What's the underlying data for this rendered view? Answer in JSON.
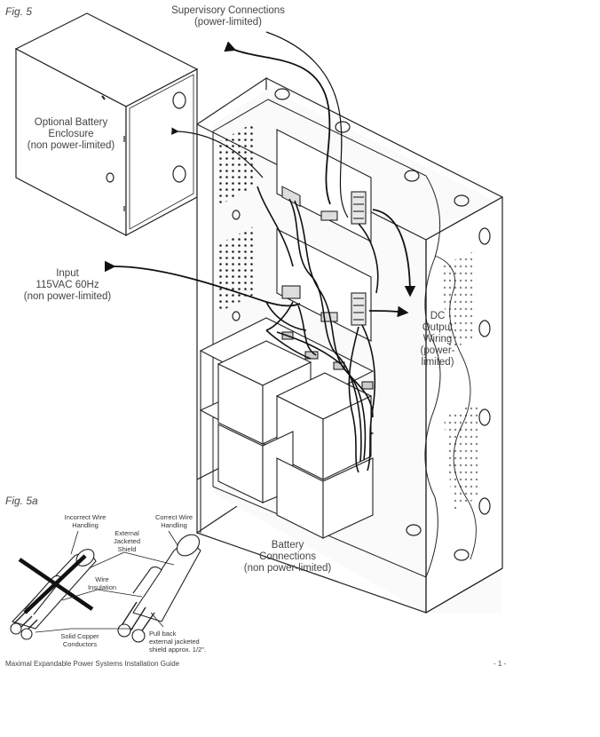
{
  "figures": {
    "fig5": "Fig. 5",
    "fig5a": "Fig. 5a"
  },
  "labels": {
    "supervisory": [
      "Supervisory Connections",
      "(power-limited)"
    ],
    "battery_enclosure": [
      "Optional Battery",
      "Enclosure",
      "(non power-limited)"
    ],
    "input": [
      "Input",
      "115VAC 60Hz",
      "(non power-limited)"
    ],
    "dc_output": [
      "DC",
      "Output",
      "Wiring",
      "(power-",
      "limited)"
    ],
    "battery_connections": [
      "Battery",
      "Connections",
      "(non power-limited)"
    ]
  },
  "wire_detail": {
    "incorrect": [
      "Incorrect Wire",
      "Handling"
    ],
    "correct": [
      "Correct Wire",
      "Handling"
    ],
    "external_shield": [
      "External",
      "Jacketed",
      "Shield"
    ],
    "insulation": [
      "Wire",
      "Insulation"
    ],
    "conductors": [
      "Solid Copper",
      "Conductors"
    ],
    "pull_back": [
      "Pull back",
      "external jacketed",
      "shield approx. 1/2\"."
    ]
  },
  "footer": {
    "guide": "Maximal Expandable Power Systems Installation Guide",
    "page": "- 1 -"
  }
}
